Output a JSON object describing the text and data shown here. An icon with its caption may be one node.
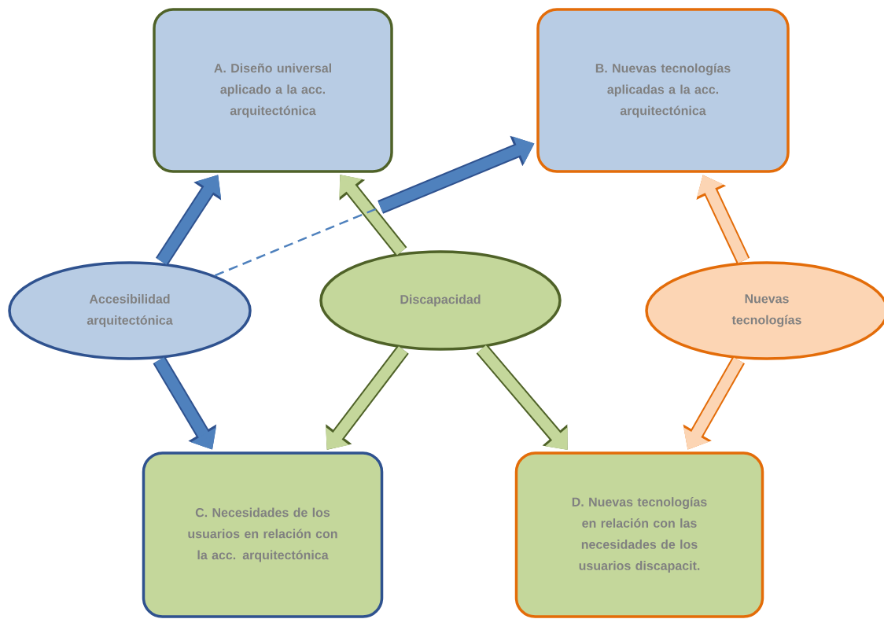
{
  "diagram": {
    "nodes": [
      {
        "text": [
          "A. Diseño universal aplicado a la acc. arquitectónica"
        ]
      },
      {
        "text": [
          "B. Nuevas tecnologías aplicadas a la acc. arquitectónica"
        ]
      },
      {
        "text": [
          "Accesibilidad arquitectónica"
        ]
      },
      {
        "text": [
          "Discapacidad"
        ]
      },
      {
        "text": [
          "Nuevas tecnologías"
        ]
      },
      {
        "text": [
          "C. Necesidades de los usuarios en relación con la acc. arquitectónica"
        ]
      },
      {
        "text": [
          "D. Nuevas tecnologías en relación con las necesidades de los usuarios discapacit."
        ]
      }
    ],
    "edges": [
      {
        "from": 2,
        "to": 0,
        "arrow": "to",
        "color": "#4f81bd"
      },
      {
        "from": 3,
        "to": 0,
        "arrow": "to",
        "color": "#c4d79b"
      },
      {
        "from": 2,
        "to": 1,
        "arrow": "to",
        "style": "dashed",
        "color": "#4f81bd"
      },
      {
        "from": 4,
        "to": 1,
        "arrow": "to",
        "color": "#fcd5b4"
      },
      {
        "from": 2,
        "to": 5,
        "arrow": "to",
        "color": "#4f81bd"
      },
      {
        "from": 3,
        "to": 5,
        "arrow": "to",
        "color": "#c4d79b"
      },
      {
        "from": 3,
        "to": 6,
        "arrow": "to",
        "color": "#c4d79b"
      },
      {
        "from": 4,
        "to": 6,
        "arrow": "to",
        "color": "#fcd5b4"
      }
    ]
  }
}
